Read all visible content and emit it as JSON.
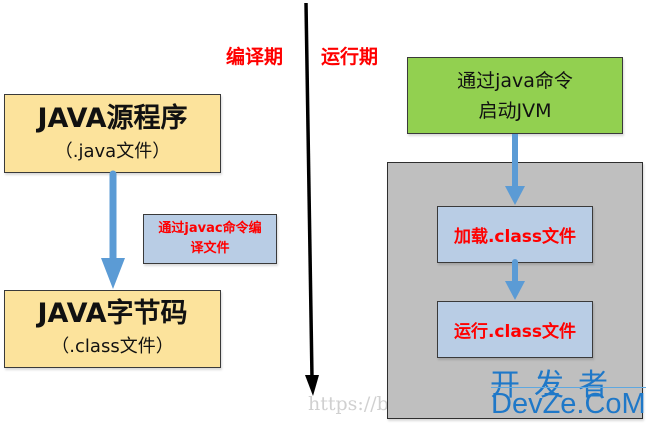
{
  "compile_phase": {
    "label": "编译期",
    "source_box": {
      "title": "JAVA源程序",
      "subtitle": "（.java文件）"
    },
    "note_box": {
      "text_line1": "通过javac命令编",
      "text_line2": "译文件"
    },
    "bytecode_box": {
      "title": "JAVA字节码",
      "subtitle": "（.class文件）"
    }
  },
  "runtime_phase": {
    "label": "运行期",
    "start_box": {
      "text_line1": "通过java命令",
      "text_line2": "启动JVM"
    },
    "jvm_container": {
      "load_box": {
        "text": "加载.class文件"
      },
      "run_box": {
        "text": "运行.class文件"
      }
    }
  },
  "watermark": {
    "cn": "开发者",
    "en": "DevZe.CoM",
    "url": "https://blog.csdn.n"
  },
  "colors": {
    "source_fill": "#FCE39C",
    "note_fill": "#B9CDE5",
    "start_fill": "#92D050",
    "container_fill": "#BFBFBF",
    "arrow": "#5B9BD5",
    "phase_text": "#FF0000",
    "watermark": "#1F78C8"
  }
}
